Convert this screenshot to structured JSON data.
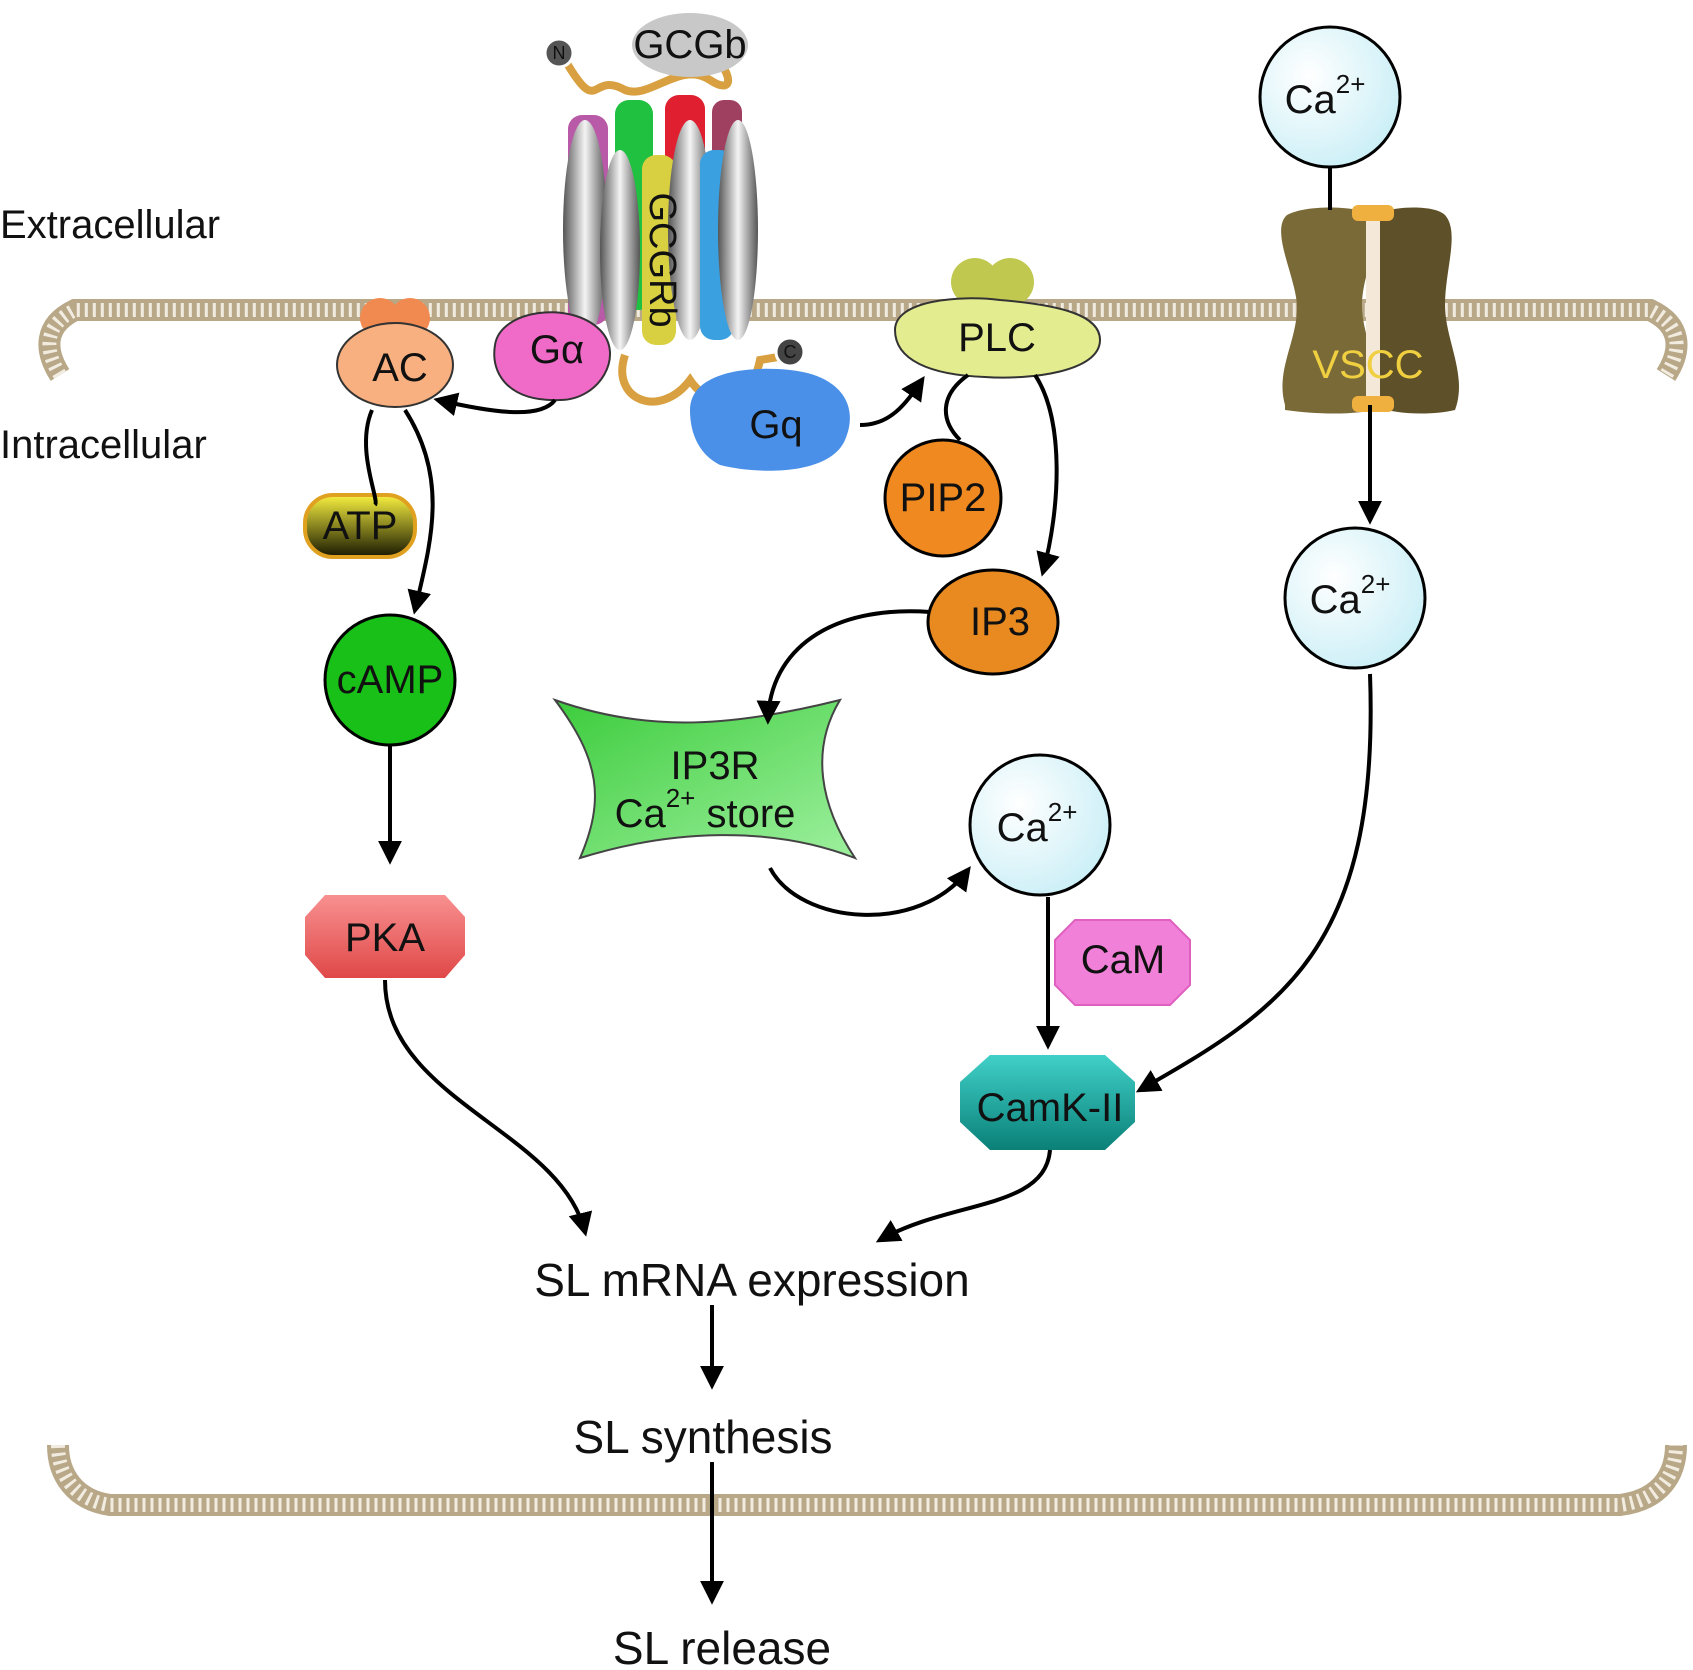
{
  "regions": {
    "extracellular": "Extracellular",
    "intracellular": "Intracellular"
  },
  "receptor": {
    "ligand": "GCGb",
    "name": "GCGRb",
    "n_term": "N",
    "c_term": "C"
  },
  "nodes": {
    "g_alpha": "Gα",
    "gq": "Gq",
    "ac": "AC",
    "plc": "PLC",
    "atp": "ATP",
    "camp": "cAMP",
    "pip2": "PIP2",
    "ip3": "IP3",
    "ip3r_line1": "IP3R",
    "ip3r_line2_base": "Ca",
    "ip3r_line2_sup": "2+",
    "ip3r_line2_rest": " store",
    "pka": "PKA",
    "cam": "CaM",
    "camk": "CamK-II",
    "vscc": "VSCC",
    "ca_base": "Ca",
    "ca_sup": "2+"
  },
  "outputs": {
    "mrna": "SL mRNA expression",
    "synthesis": "SL synthesis",
    "release": "SL release"
  },
  "colors": {
    "membrane": "#c8b89a",
    "ac": "#f4a06a",
    "g_alpha": "#f06ac8",
    "gq": "#4a90e8",
    "plc": "#d8e070",
    "atp": "#d8d020",
    "camp": "#18c018",
    "pip2": "#f08a20",
    "ip3": "#e88a20",
    "ip3r": "#5ed85e",
    "pka": "#f06a6a",
    "cam": "#f080d8",
    "camk": "#20b0a8",
    "vscc": "#7a6a38",
    "vscc_text": "#f0d040",
    "ca": "#d8f4fa"
  }
}
